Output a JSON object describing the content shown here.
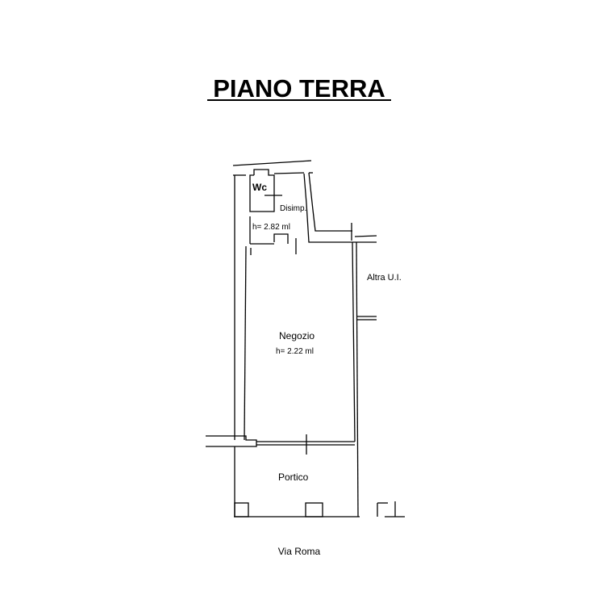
{
  "title": "PIANO TERRA",
  "rooms": {
    "wc": "Wc",
    "disimp": "Disimp.",
    "disimp_height": "h= 2.82 ml",
    "negozio": "Negozio",
    "negozio_height": "h= 2.22 ml",
    "altra": "Altra U.I.",
    "portico": "Portico"
  },
  "street": "Via Roma"
}
